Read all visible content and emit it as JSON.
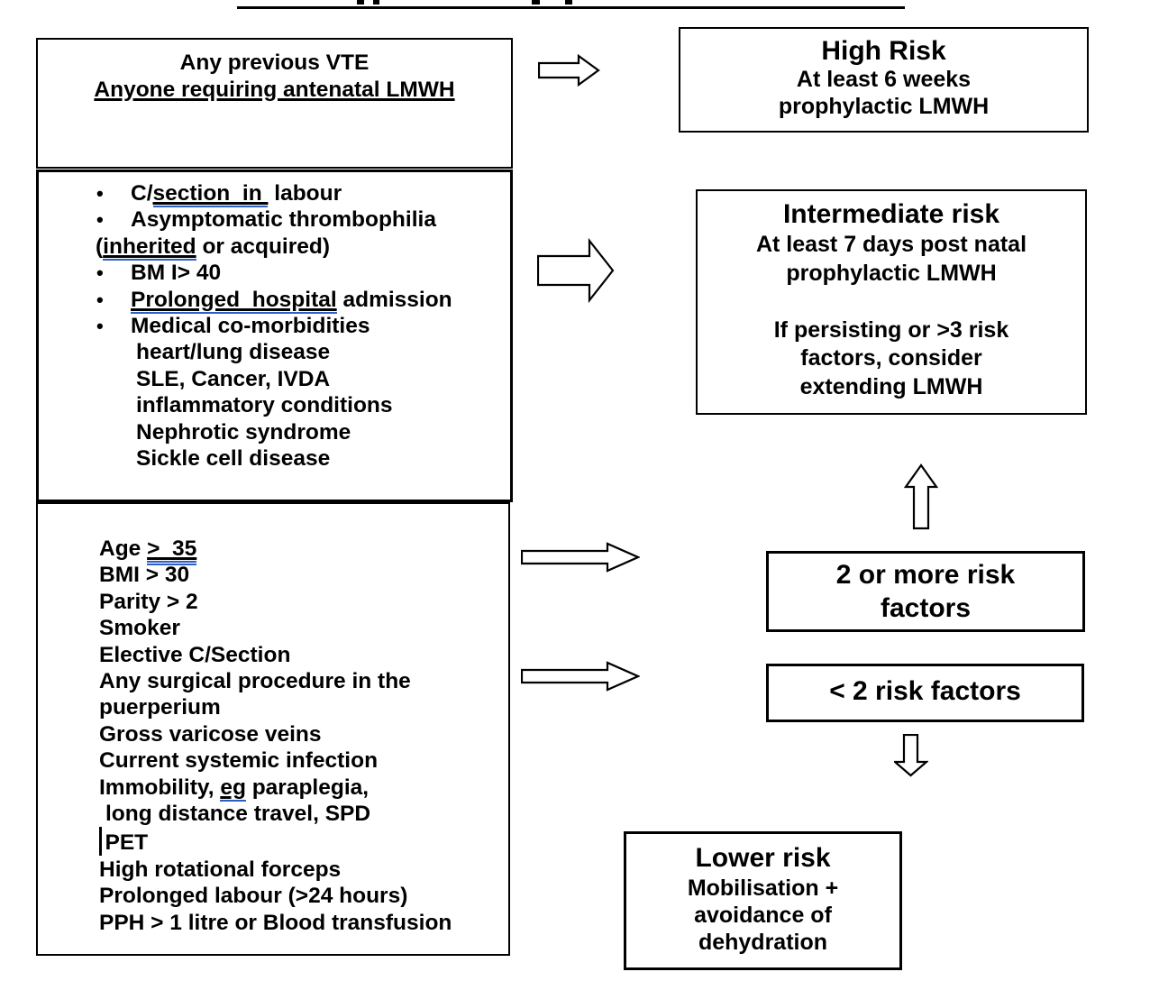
{
  "colors": {
    "correction_blue": "#2e5fc4",
    "ink": "#000000",
    "background": "#ffffff"
  },
  "top_title": {
    "note": "title cut off at top edge, only underline visible"
  },
  "boxes": {
    "previous_vte": {
      "lines": [
        {
          "segments": [
            {
              "t": "Any previous VTE"
            }
          ]
        },
        {
          "segments": [
            {
              "t": "Anyone requiring antenatal LMWH",
              "u": "k"
            }
          ]
        }
      ]
    },
    "intermediate_factors": {
      "lines": [
        {
          "bullet": true,
          "segments": [
            {
              "t": "C/"
            },
            {
              "t": "section  in ",
              "u": "b1"
            },
            {
              "t": " labour"
            }
          ]
        },
        {
          "bullet": true,
          "segments": [
            {
              "t": "Asymptomatic thrombophilia"
            }
          ]
        },
        {
          "indent": "hang",
          "segments": [
            {
              "t": "("
            },
            {
              "t": "inherited",
              "u": "b1"
            },
            {
              "t": " or acquired)"
            }
          ]
        },
        {
          "bullet": true,
          "segments": [
            {
              "t": "BM I> 40"
            }
          ]
        },
        {
          "bullet": true,
          "segments": [
            {
              "t": "Prolonged  hospital",
              "u": "b1"
            },
            {
              "t": " admission"
            }
          ]
        },
        {
          "bullet": true,
          "segments": [
            {
              "t": "Medical co-morbidities"
            }
          ]
        },
        {
          "indent": "sub",
          "segments": [
            {
              "t": "heart/lung disease"
            }
          ]
        },
        {
          "indent": "sub",
          "segments": [
            {
              "t": "SLE, Cancer, IVDA"
            }
          ]
        },
        {
          "indent": "sub",
          "segments": [
            {
              "t": "inflammatory conditions"
            }
          ]
        },
        {
          "indent": "sub",
          "segments": [
            {
              "t": "Nephrotic syndrome"
            }
          ]
        },
        {
          "indent": "sub",
          "segments": [
            {
              "t": "Sickle cell disease"
            }
          ]
        }
      ]
    },
    "lower_factors": {
      "lines": [
        {
          "segments": [
            {
              "t": "Age "
            },
            {
              "t": ">  35",
              "u": "b2"
            }
          ]
        },
        {
          "segments": [
            {
              "t": "BMI > 30"
            }
          ]
        },
        {
          "segments": [
            {
              "t": "Parity > 2"
            }
          ]
        },
        {
          "segments": [
            {
              "t": "Smoker"
            }
          ]
        },
        {
          "segments": [
            {
              "t": "Elective C/Section"
            }
          ]
        },
        {
          "segments": [
            {
              "t": "Any surgical procedure in the"
            }
          ]
        },
        {
          "segments": [
            {
              "t": "puerperium"
            }
          ]
        },
        {
          "segments": [
            {
              "t": "Gross varicose veins"
            }
          ]
        },
        {
          "segments": [
            {
              "t": "Current systemic infection"
            }
          ]
        },
        {
          "segments": [
            {
              "t": "Immobility, "
            },
            {
              "t": "eg",
              "u": "b1"
            },
            {
              "t": " paraplegia,"
            }
          ]
        },
        {
          "indent": "space",
          "segments": [
            {
              "t": "long distance travel, SPD"
            }
          ]
        },
        {
          "cursor": true,
          "segments": [
            {
              "t": "PET"
            }
          ]
        },
        {
          "segments": [
            {
              "t": "High rotational forceps"
            }
          ]
        },
        {
          "segments": [
            {
              "t": "Prolonged labour (>24 hours)"
            }
          ]
        },
        {
          "segments": [
            {
              "t": "PPH > 1 litre or Blood transfusion"
            }
          ]
        }
      ]
    },
    "high_risk": {
      "title": "High Risk",
      "lines": [
        "At least 6 weeks",
        "prophylactic LMWH"
      ]
    },
    "intermediate_risk": {
      "title": "Intermediate risk",
      "lines": [
        "At least 7 days post natal",
        "prophylactic LMWH",
        "",
        "If persisting or >3 risk",
        "factors, consider",
        "extending LMWH"
      ]
    },
    "two_or_more": {
      "lines": [
        "2 or more risk",
        "factors"
      ]
    },
    "less_than_two": {
      "lines": [
        "< 2 risk factors"
      ]
    },
    "lower_risk": {
      "title": "Lower risk",
      "lines": [
        "Mobilisation +",
        "avoidance of",
        "dehydration"
      ]
    }
  }
}
